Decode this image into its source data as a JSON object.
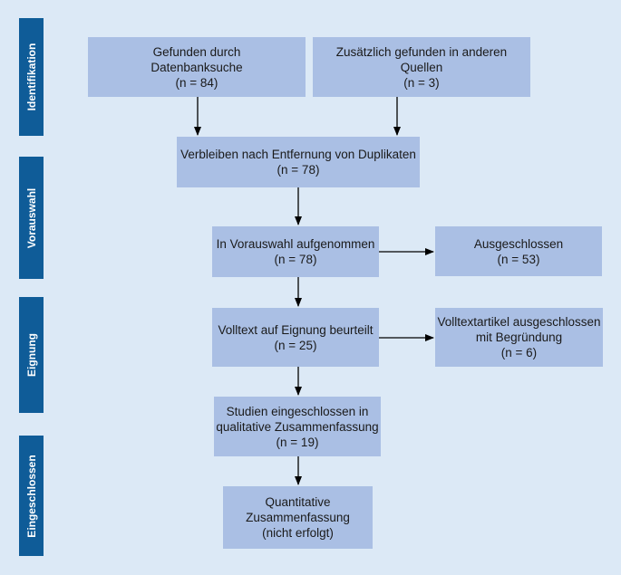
{
  "stages": [
    {
      "label": "Identifikation"
    },
    {
      "label": "Vorauswahl"
    },
    {
      "label": "Eignung"
    },
    {
      "label": "Eingeschlossen"
    }
  ],
  "boxes": {
    "database_search": "Gefunden durch\nDatenbanksuche\n(n = 84)",
    "other_sources": "Zusätzlich gefunden in anderen\nQuellen\n(n = 3)",
    "after_duplicates": "Verbleiben nach Entfernung von Duplikaten\n(n = 78)",
    "screened": "In Vorauswahl aufgenommen\n(n = 78)",
    "excluded": "Ausgeschlossen\n(n = 53)",
    "fulltext_assessed": "Volltext auf Eignung beurteilt\n(n = 25)",
    "fulltext_excluded": "Volltextartikel ausgeschlossen\nmit Begründung\n(n = 6)",
    "qualitative": "Studien eingeschlossen in\nqualitative Zusammenfassung\n(n = 19)",
    "quantitative": "Quantitative\nZusammenfassung\n(nicht erfolgt)"
  },
  "colors": {
    "background": "#dce9f6",
    "stage_bar": "#0f5c98",
    "box_fill": "#aabfe4",
    "arrow": "#000000"
  }
}
